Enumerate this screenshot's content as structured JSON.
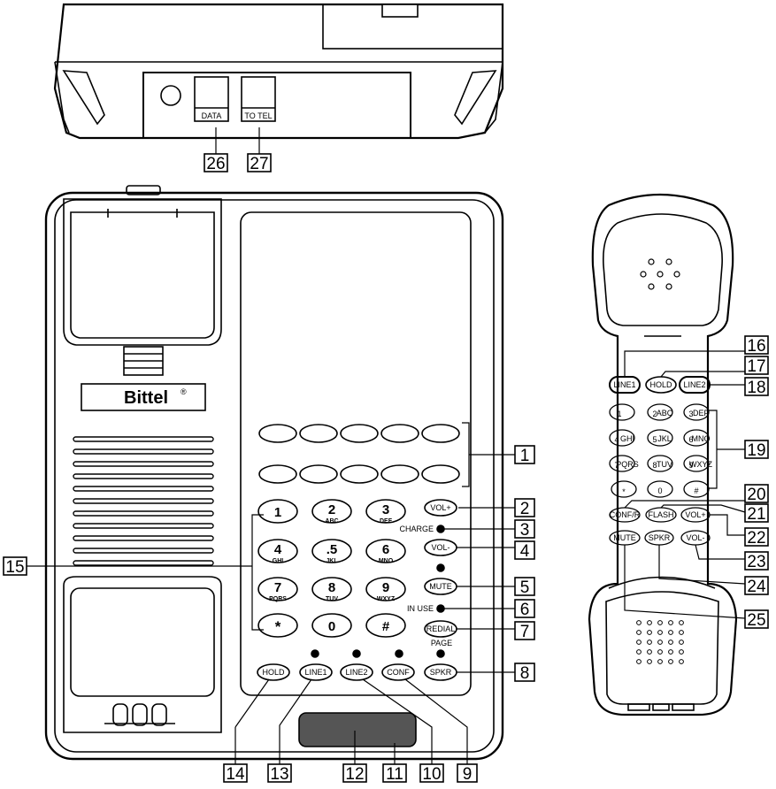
{
  "top_view": {
    "ports": [
      {
        "label": "DATA",
        "callout": "26"
      },
      {
        "label": "TO TEL",
        "callout": "27"
      }
    ]
  },
  "base": {
    "brand": "Bittel",
    "brand_mark": "®",
    "keypad": [
      {
        "digit": "1",
        "letters": ""
      },
      {
        "digit": "2",
        "letters": "ABC"
      },
      {
        "digit": "3",
        "letters": "DEF"
      },
      {
        "digit": "4",
        "letters": "GHI"
      },
      {
        "digit": ".5",
        "letters": "JKL"
      },
      {
        "digit": "6",
        "letters": "MNO"
      },
      {
        "digit": "7",
        "letters": "PQRS"
      },
      {
        "digit": "8",
        "letters": "TUV"
      },
      {
        "digit": "9",
        "letters": "WXYZ"
      },
      {
        "digit": "*",
        "letters": ""
      },
      {
        "digit": "0",
        "letters": ""
      },
      {
        "digit": "#",
        "letters": ""
      }
    ],
    "right_buttons": {
      "vol_up": "VOL+",
      "charge": "CHARGE",
      "vol_down": "VOL-",
      "mute": "MUTE",
      "in_use": "IN USE",
      "redial": "REDIAL",
      "page": "PAGE",
      "spkr": "SPKR"
    },
    "bottom_buttons": {
      "hold": "HOLD",
      "line1": "LINE1",
      "line2": "LINE2",
      "conf": "CONF"
    },
    "callouts": [
      "1",
      "2",
      "3",
      "4",
      "5",
      "6",
      "7",
      "8",
      "9",
      "10",
      "11",
      "12",
      "13",
      "14",
      "15"
    ]
  },
  "handset": {
    "top_buttons": {
      "line1": "LINE1",
      "hold": "HOLD",
      "line2": "LINE2"
    },
    "keypad": [
      {
        "digit": "1",
        "letters": ""
      },
      {
        "digit": "2",
        "letters": "ABC"
      },
      {
        "digit": "3",
        "letters": "DEF"
      },
      {
        "digit": "4",
        "letters": "GHI"
      },
      {
        "digit": "5",
        "letters": "JKL"
      },
      {
        "digit": "6",
        "letters": "MNO"
      },
      {
        "digit": "7",
        "letters": "PQRS"
      },
      {
        "digit": "8",
        "letters": "TUV"
      },
      {
        "digit": "9",
        "letters": "WXYZ"
      },
      {
        "digit": "*",
        "letters": ""
      },
      {
        "digit": "0",
        "letters": ""
      },
      {
        "digit": "#",
        "letters": ""
      }
    ],
    "func_buttons": {
      "conf": "CONF/R",
      "flash": "FLASH",
      "vol_up": "VOL+",
      "mute": "MUTE",
      "spkr": "SPKR",
      "vol_down": "VOL-"
    },
    "callouts": [
      "16",
      "17",
      "18",
      "19",
      "20",
      "21",
      "22",
      "23",
      "24",
      "25"
    ]
  }
}
